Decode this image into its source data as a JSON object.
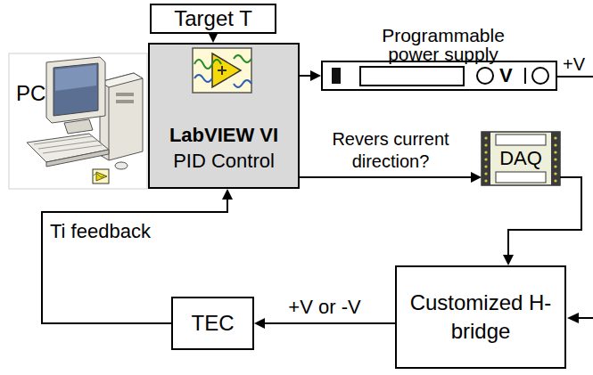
{
  "diagram": {
    "nodes": [
      {
        "text": [
          "Target T"
        ]
      },
      {
        "text": [
          "LabVIEW VI",
          "PID Control"
        ]
      },
      {
        "text": [
          "Programmable power supply",
          "V"
        ]
      },
      {
        "text": [
          "DAQ"
        ]
      },
      {
        "text": [
          "Customized H-bridge"
        ]
      },
      {
        "text": [
          "TEC"
        ]
      }
    ],
    "edges": [
      {
        "from": 0,
        "to": 1,
        "arrow": "to"
      },
      {
        "from": 1,
        "to": 2,
        "arrow": "to"
      },
      {
        "from": 1,
        "to": 3,
        "label": "Revers current direction?",
        "arrow": "to"
      },
      {
        "from": 3,
        "to": 4,
        "arrow": "to"
      },
      {
        "from": 4,
        "to": 5,
        "label": "+V or -V",
        "arrow": "to"
      },
      {
        "from": 5,
        "to": 1,
        "label": "Ti feedback",
        "arrow": "to"
      }
    ],
    "labels": [
      "PC",
      "+V"
    ]
  }
}
